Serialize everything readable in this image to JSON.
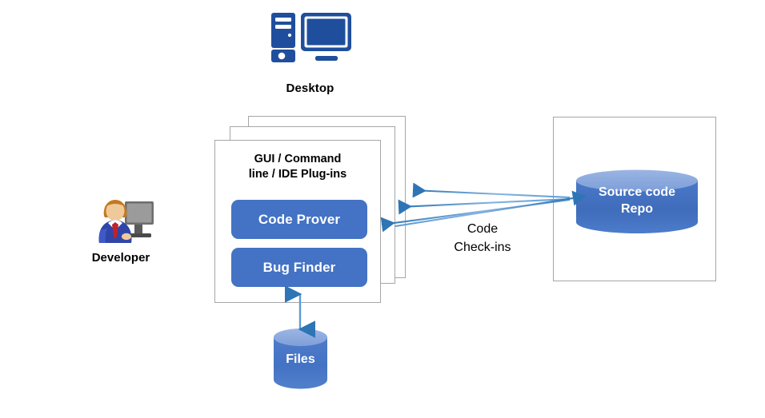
{
  "diagram": {
    "nodes": {
      "desktop": {
        "label": "Desktop",
        "icon": "desktop-computer-icon"
      },
      "developer": {
        "label": "Developer",
        "icon": "developer-person-icon"
      },
      "plugins_card": {
        "title": "GUI / Command\nline / IDE Plug-ins"
      },
      "code_prover": {
        "label": "Code Prover"
      },
      "bug_finder": {
        "label": "Bug Finder"
      },
      "source_repo": {
        "label": "Source code\nRepo",
        "icon": "database-cylinder-icon"
      },
      "files": {
        "label": "Files",
        "icon": "database-cylinder-icon"
      }
    },
    "edges": {
      "code_checkins": {
        "label": "Code\nCheck-ins"
      }
    },
    "colors": {
      "pill_blue": "#4472c4",
      "cylinder_body": "#4472c4",
      "cylinder_top": "#8faadc",
      "card_border": "#a6a6a6",
      "arrow_dark": "#2e75b6",
      "arrow_light": "#5b9bd5",
      "icon_navy": "#1f4e9c",
      "text_black": "#000000",
      "text_white": "#ffffff",
      "background": "#ffffff"
    }
  }
}
